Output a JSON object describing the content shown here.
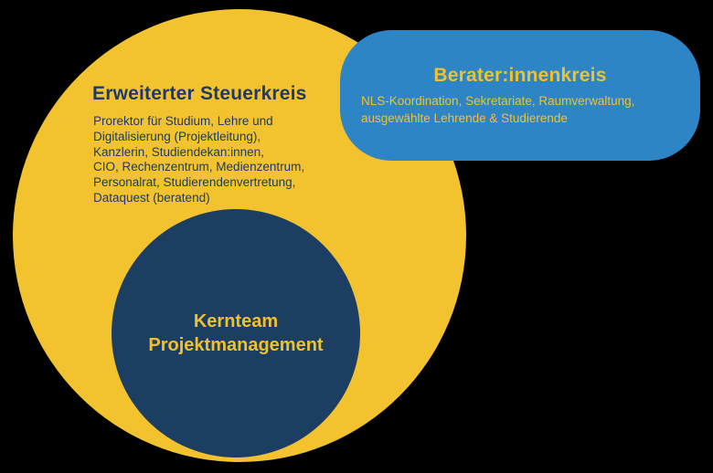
{
  "palette": {
    "background": "#000000",
    "yellow": "#F2C32F",
    "navy": "#1C3E63",
    "blue": "#2E85C5",
    "navy_text": "#1D3A68",
    "yellow_text": "#F0C12E"
  },
  "extended_steering_circle": {
    "title": "Erweiterter Steuerkreis",
    "members": "Prorektor für Studium, Lehre und\nDigitalisierung (Projektleitung),\nKanzlerin, Studiendekan:innen,\nCIO, Rechenzentrum, Medienzentrum,\nPersonalrat, Studierendenvertretung,\nDataquest (beratend)"
  },
  "core_team_circle": {
    "label": "Kernteam\nProjektmanagement"
  },
  "advisory_pill": {
    "title": "Berater:innenkreis",
    "members": "NLS-Koordination, Sekretariate, Raumverwaltung,\nausgewählte Lehrende & Studierende"
  }
}
